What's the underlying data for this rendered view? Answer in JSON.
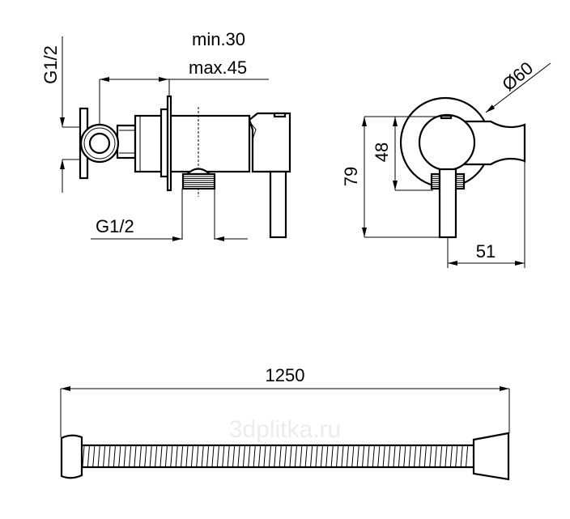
{
  "side_view": {
    "inlet_thread_label": "G1/2",
    "depth_min_label": "min.30",
    "depth_max_label": "max.45",
    "outlet_thread_label": "G1/2"
  },
  "front_view": {
    "diameter_label": "Ø60",
    "height_total_label": "79",
    "height_body_label": "48",
    "width_label": "51"
  },
  "hose": {
    "length_label": "1250"
  },
  "watermark": "3dplitka.ru"
}
